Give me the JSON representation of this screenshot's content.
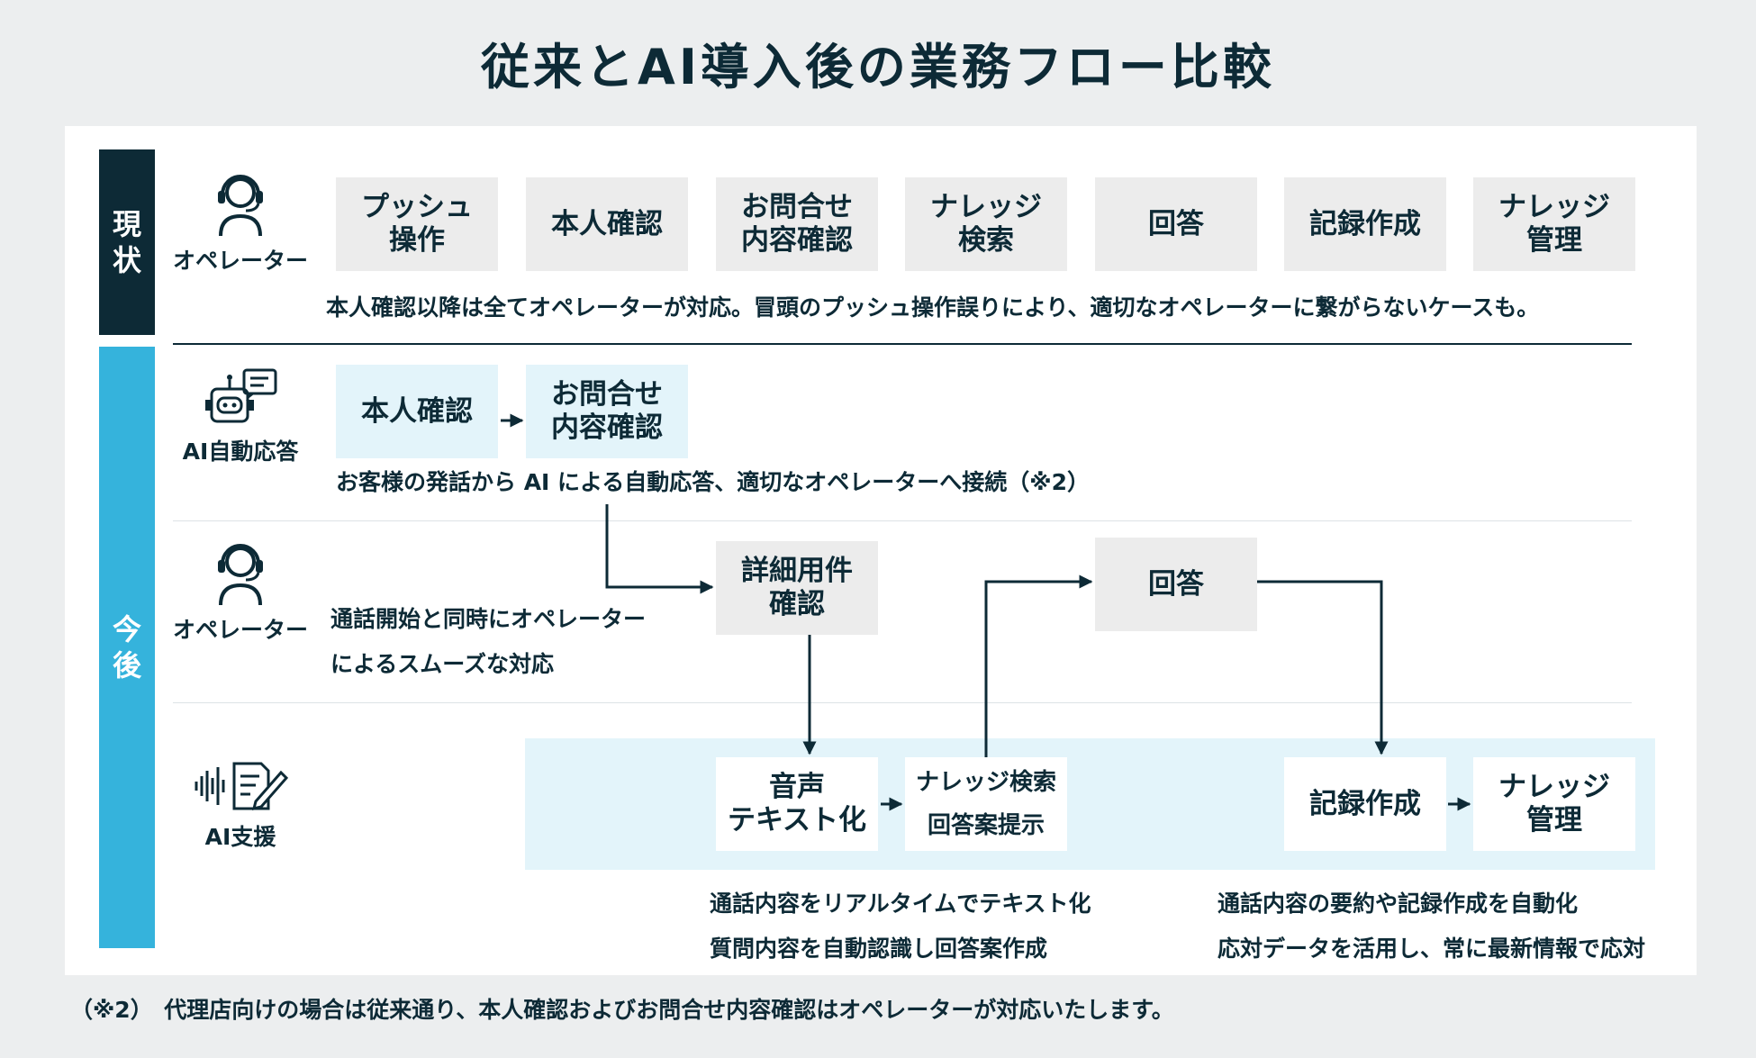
{
  "title": "従来とAI導入後の業務フロー比較",
  "sections": {
    "current_label": "現\n状",
    "future_label": "今\n後"
  },
  "roles": {
    "current_operator": "オペレーター",
    "ai_auto_response": "AI自動応答",
    "future_operator": "オペレーター",
    "ai_support": "AI支援"
  },
  "current_flow": {
    "steps": [
      "プッシュ\n操作",
      "本人確認",
      "お問合せ\n内容確認",
      "ナレッジ\n検索",
      "回答",
      "記録作成",
      "ナレッジ\n管理"
    ],
    "note": "本人確認以降は全てオペレーターが対応。冒頭のプッシュ操作誤りにより、適切なオペレーターに繋がらないケースも。"
  },
  "ai_auto_flow": {
    "steps": [
      "本人確認",
      "お問合せ\n内容確認"
    ],
    "note": "お客様の発話から AI による自動応答、適切なオペレーターへ接続（※2）"
  },
  "operator_flow": {
    "note_line1": "通話開始と同時にオペレーター",
    "note_line2": "によるスムーズな対応",
    "detail_step": "詳細用件\n確認",
    "answer_step": "回答"
  },
  "ai_support_flow": {
    "speech_to_text": "音声\nテキスト化",
    "knowledge_search": "ナレッジ検索",
    "answer_proposal": "回答案提示",
    "record": "記録作成",
    "knowledge_mgmt": "ナレッジ\n管理",
    "note_left_1": "通話内容をリアルタイムでテキスト化",
    "note_left_2": "質問内容を自動認識し回答案作成",
    "note_right_1": "通話内容の要約や記録作成を自動化",
    "note_right_2": "応対データを活用し、常に最新情報で応対"
  },
  "footnote": "（※2）　代理店向けの場合は従来通り、本人確認およびお問合せ内容確認はオペレーターが対応いたします。",
  "colors": {
    "navy": "#0d2a36",
    "cyan": "#35b3dc",
    "gray_box": "#ececec",
    "light_blue": "#e3f4fa"
  }
}
